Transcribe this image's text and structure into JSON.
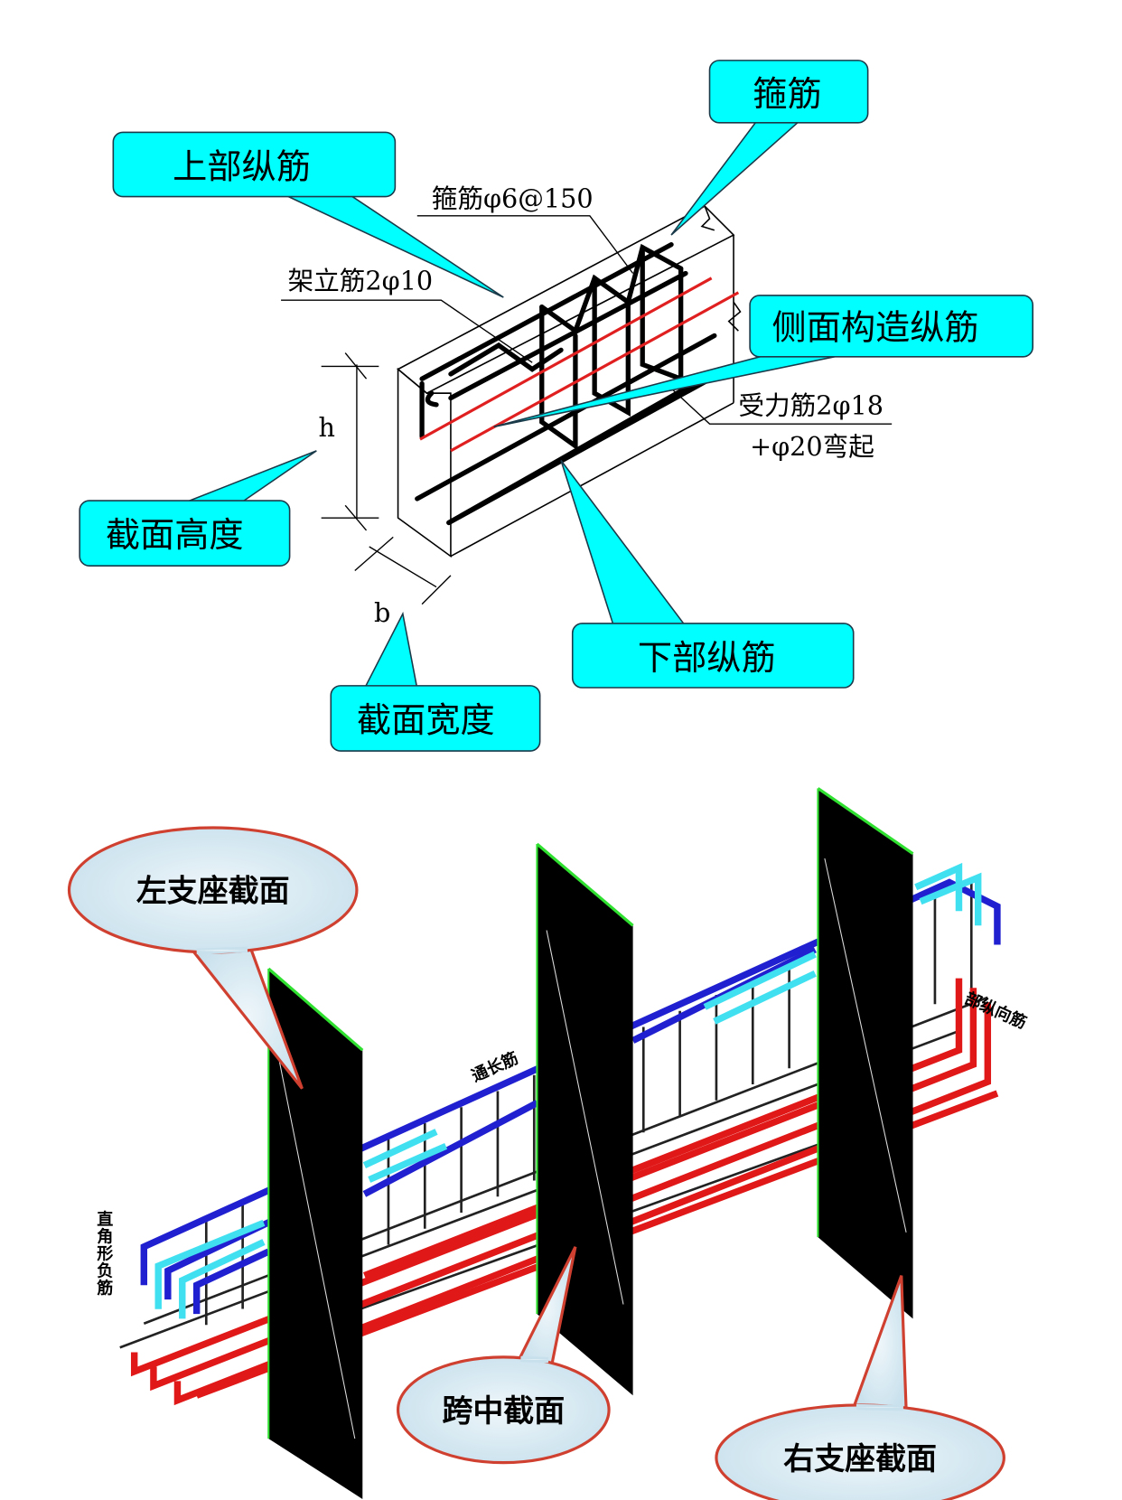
{
  "top_diagram": {
    "callouts": {
      "top_longitudinal": "上部纵筋",
      "stirrup": "箍筋",
      "side_longitudinal": "侧面构造纵筋",
      "section_height": "截面高度",
      "bottom_longitudinal": "下部纵筋",
      "section_width": "截面宽度"
    },
    "notes": {
      "stirrup_spec": "箍筋φ6@150",
      "erection_bar": "架立筋2φ10",
      "main_bar_line1": "受力筋2φ18",
      "main_bar_line2": "+φ20弯起",
      "height_symbol": "h",
      "width_symbol": "b"
    },
    "colors": {
      "callout_fill": "#00FFFF",
      "side_bar": "#E02020"
    }
  },
  "bottom_diagram": {
    "bubbles": {
      "left_support": "左支座截面",
      "mid_span": "跨中截面",
      "right_support": "右支座截面"
    },
    "labels": {
      "continuous_bar": "通长筋",
      "right_angle_negative_bar": "直角形负筋",
      "longitudinal_bar": "部纵向筋"
    },
    "colors": {
      "top_bar": "#2020D0",
      "extra_bar": "#40E0F0",
      "bottom_bar": "#E01818",
      "plane": "#000000",
      "plane_edge": "#30E030",
      "bubble_border": "#D04030",
      "bubble_fill": "#D8ECF4"
    }
  }
}
